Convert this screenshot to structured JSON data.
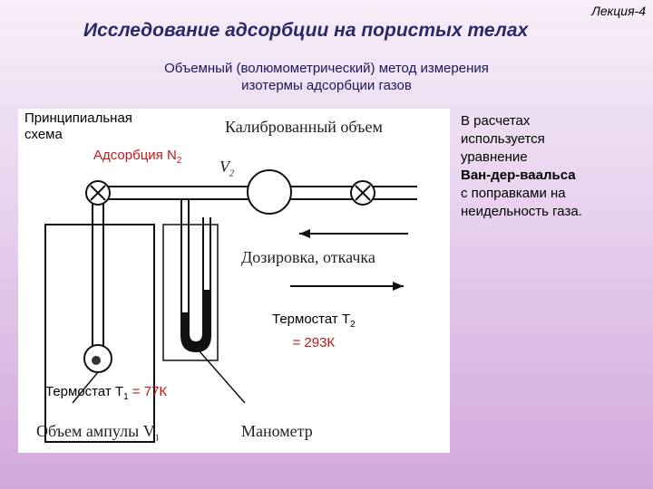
{
  "header": {
    "lecture": "Лекция-4",
    "title": "Исследование адсорбции на пористых телах",
    "subtitle_line1": "Объемный (волюмометрический) метод измерения",
    "subtitle_line2": "изотермы адсорбции газов"
  },
  "left_label": {
    "line1": "Принципиальная",
    "line2": "схема"
  },
  "diagram": {
    "adsorption_label": "Адсорбция N",
    "adsorption_sub": "2",
    "calibrated_volume": "Калиброванный объем",
    "v2": "V",
    "v2_sub": "2",
    "dosing": "Дозировка, откачка",
    "thermostat2_line1": "Термостат Т",
    "thermostat2_sub": "2",
    "thermostat2_line2": "= 293К",
    "thermostat1_prefix": "Термостат Т",
    "thermostat1_sub": "1",
    "thermostat1_value": " = 77К",
    "ampoule_volume": "Объем ампулы V",
    "ampoule_sub": "1",
    "manometer": "Манометр"
  },
  "right_text": {
    "line1": "В расчетах",
    "line2": "используется",
    "line3": "уравнение",
    "line4": "Ван-дер-ваальса",
    "line5": "с поправками на",
    "line6": "неидельность газа."
  },
  "colors": {
    "accent_red": "#c01818",
    "title_blue": "#2a2a6a"
  }
}
